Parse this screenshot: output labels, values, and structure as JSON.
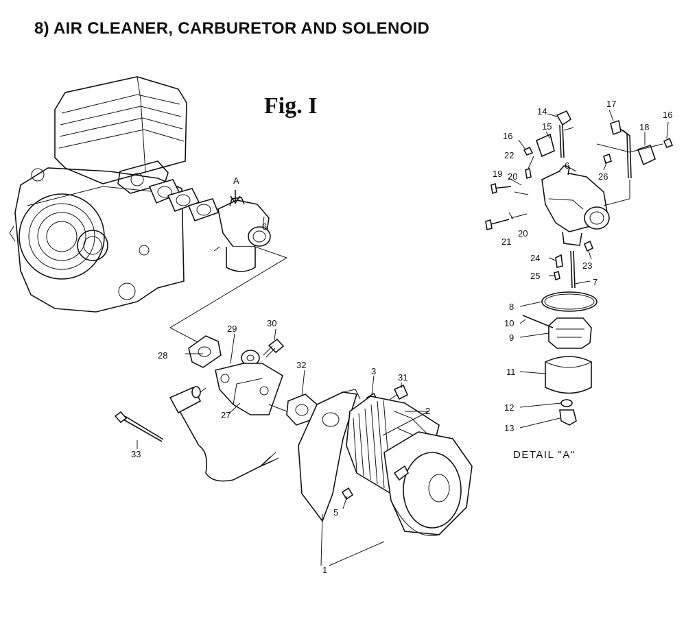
{
  "title": "8) AIR CLEANER, CARBURETOR AND SOLENOID",
  "figure_label": "Fig. I",
  "detail_label": "DETAIL \"A\"",
  "detail_marker": "A",
  "callouts": {
    "c1": "1",
    "c2": "2",
    "c3": "3",
    "c5": "5",
    "c6_main": "6",
    "c27": "27",
    "c28": "28",
    "c29": "29",
    "c30": "30",
    "c31": "31",
    "c32": "32",
    "c33": "33",
    "d6": "6",
    "d7": "7",
    "d8": "8",
    "d9": "9",
    "d10": "10",
    "d11": "11",
    "d12": "12",
    "d13": "13",
    "d14": "14",
    "d15": "15",
    "d16a": "16",
    "d16b": "16",
    "d17": "17",
    "d18": "18",
    "d19": "19",
    "d20a": "20",
    "d20b": "20",
    "d21": "21",
    "d22": "22",
    "d23": "23",
    "d24": "24",
    "d25": "25",
    "d26": "26"
  }
}
